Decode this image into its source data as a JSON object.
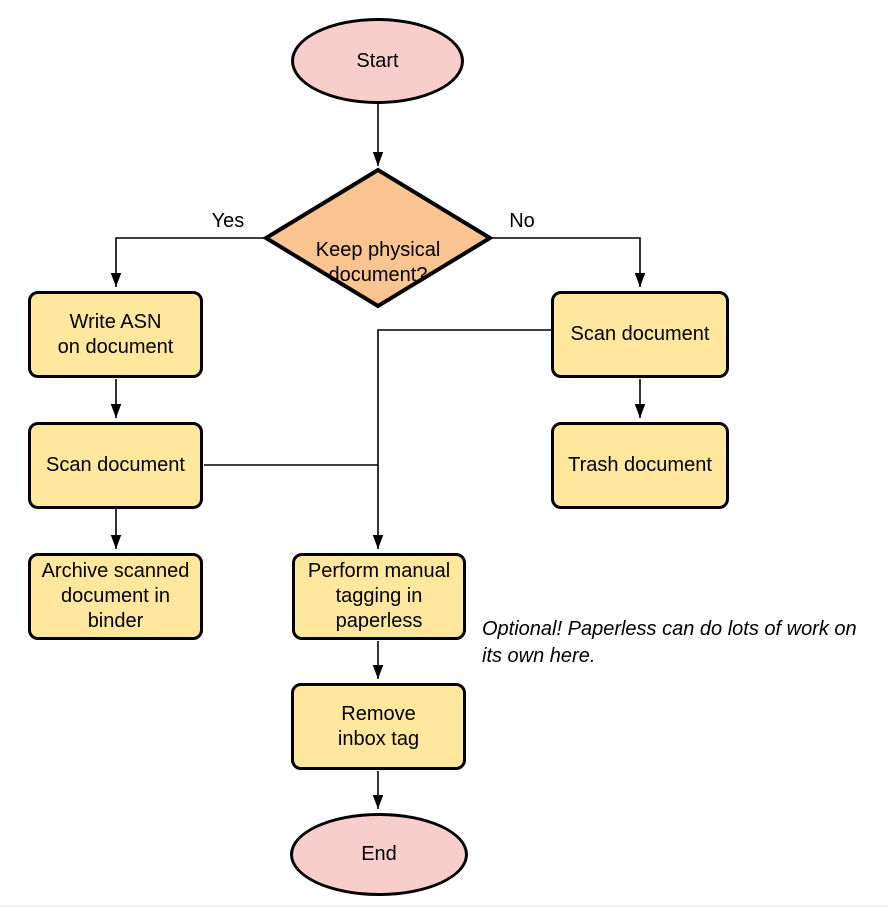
{
  "diagram": {
    "nodes": {
      "start": {
        "type": "terminator",
        "label": "Start"
      },
      "decision": {
        "type": "decision",
        "label": "Keep physical\ndocument?"
      },
      "write_asn": {
        "type": "process",
        "label": "Write ASN\non document"
      },
      "scan_right": {
        "type": "process",
        "label": "Scan document"
      },
      "scan_left": {
        "type": "process",
        "label": "Scan document"
      },
      "trash": {
        "type": "process",
        "label": "Trash document"
      },
      "archive": {
        "type": "process",
        "label": "Archive scanned\ndocument in\nbinder"
      },
      "tagging": {
        "type": "process",
        "label": "Perform manual\ntagging in\npaperless"
      },
      "remove_inbox": {
        "type": "process",
        "label": "Remove\ninbox tag"
      },
      "end": {
        "type": "terminator",
        "label": "End"
      }
    },
    "edge_labels": {
      "yes": "Yes",
      "no": "No"
    },
    "note": "Optional! Paperless can do lots of work on\nits own here.",
    "colors": {
      "terminator_fill": "#f8cecc",
      "decision_fill": "#f9c48f",
      "process_fill": "#ffe79e",
      "stroke": "#000000",
      "text": "#000000",
      "background": "#ffffff"
    }
  }
}
